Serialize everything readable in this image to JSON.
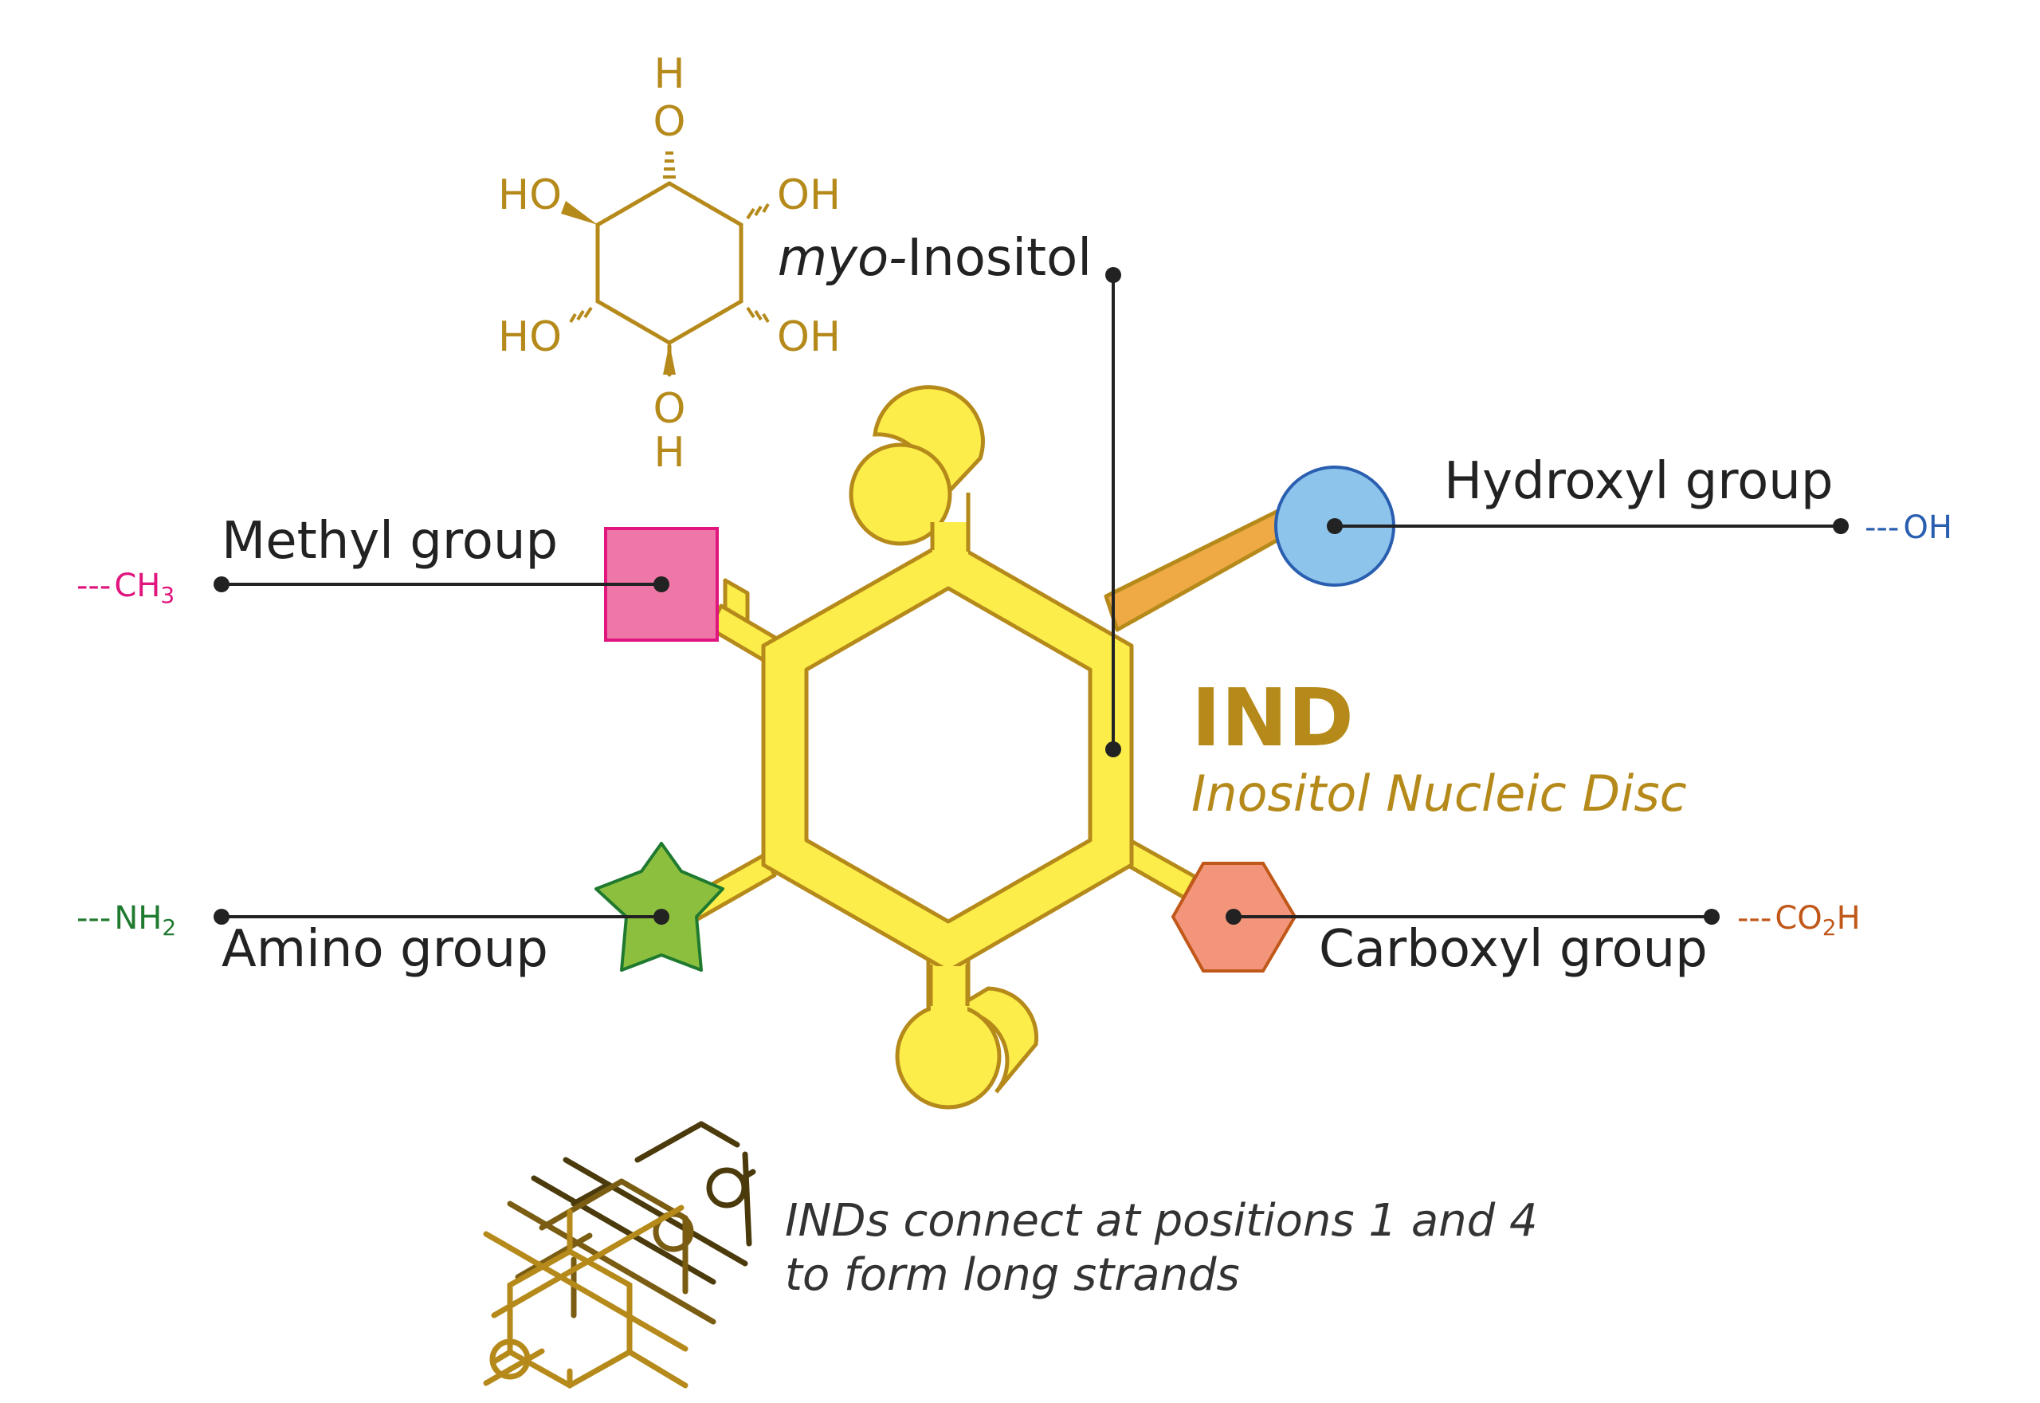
{
  "colors": {
    "gold": "#b58a1a",
    "yellow": "#fced4a",
    "methyl": "#ef77a7",
    "methyl_stroke": "#e0167e",
    "amino": "#8dbf3f",
    "amino_stroke": "#1f7a2f",
    "hydroxyl": "#8cc4ec",
    "hydroxyl_stroke": "#2a5fb0",
    "carboxyl": "#f2957a",
    "carboxyl_stroke": "#c0581a",
    "linker": "#efaa45",
    "ink": "#222222"
  },
  "molecule": {
    "top_o": "O",
    "top_h": "H",
    "bottom_o": "O",
    "bottom_h": "H",
    "left_top": "HO",
    "left_bottom": "HO",
    "right_top": "OH",
    "right_bottom": "OH"
  },
  "labels": {
    "myo_prefix": "myo-",
    "myo_name": "Inositol",
    "methyl": "Methyl group",
    "amino": "Amino group",
    "hydroxyl": "Hydroxyl group",
    "carboxyl": "Carboxyl group"
  },
  "formulas": {
    "methyl_dash": "---",
    "methyl_main": "CH",
    "methyl_sub": "3",
    "amino_dash": "---",
    "amino_main": "NH",
    "amino_sub": "2",
    "hydroxyl_dash": "---",
    "hydroxyl_main": "OH",
    "carboxyl_dash": "---",
    "carboxyl_main": "CO",
    "carboxyl_sub": "2",
    "carboxyl_tail": "H"
  },
  "title": {
    "main": "IND",
    "subtitle": "Inositol Nucleic Disc"
  },
  "note": {
    "line1": "INDs connect at positions 1 and 4",
    "line2": "to form long strands"
  }
}
